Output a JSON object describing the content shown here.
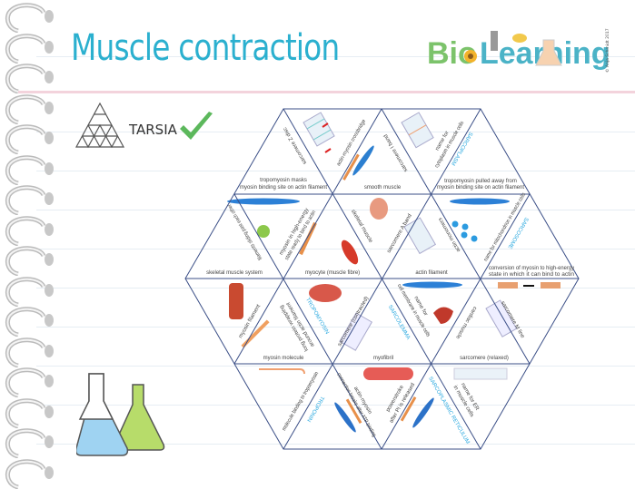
{
  "header": {
    "title": "Muscle contraction",
    "logo_text": "BioLearning",
    "copyright": "© Anja Schmidt 2017"
  },
  "badge": {
    "label": "TARSIA"
  },
  "colors": {
    "title": "#2bb0cf",
    "grid": "#3b4f87",
    "term": "#29a8df",
    "check": "#5cb85c"
  },
  "tarsia": {
    "row1": {
      "z_disc": "sarcomere Z disc",
      "crossbridge": "actin-myosin crossbridge",
      "i_band": "sarcomere I band",
      "sarcoplasm_def": [
        "name for",
        "cytoplasm in muscle cells"
      ],
      "sarcoplasm": "SARCOPLASM",
      "masks": [
        "tropomyosin masks",
        "myosin binding site on actin filament"
      ],
      "smooth": "smooth muscle",
      "pulled": [
        "tropomyosin pulled away from",
        "myosin binding site on actin filament"
      ]
    },
    "row2": {
      "sliding": "filaments sliding past each other",
      "high_energy": [
        "myosin in high-energy",
        "state ready to bind to actin"
      ],
      "skeletal": "skeletal muscle",
      "a_band": "sarcomere A band",
      "monomers": "actin monomers",
      "sarcosome_def": "name for mitochondrion in muscle cells",
      "sarcosome": "SARCOSOME",
      "system": "skeletal muscle system",
      "myocyte": "myocyte (muscle fibre)",
      "actin": "actin filament",
      "conversion": [
        "conversion of myosin to high-energy",
        "state in which it can bind to actin"
      ]
    },
    "row3": {
      "myosin_filament": "myosin filament",
      "tropo_def": [
        "long protein wrapping",
        "around actin filament"
      ],
      "tropomyosin": "TROPOMYOSIN",
      "contracted": "sarcomere (contracted)",
      "sarcolemma": "SARCOLEMMA",
      "sarcolemma_def": [
        "name for",
        "cell membrane in muscle cells"
      ],
      "cardiac": "cardiac muscle",
      "m_line": "sarcomere M line",
      "myosin_molecule": "myosin molecule",
      "myofibril": "myofibril",
      "relaxed": "sarcomere (relaxed)"
    },
    "row4": {
      "troponin_def": "molecule binding to tropomyosin",
      "troponin": "TROPONIN",
      "breaks": [
        "actin-myosin",
        "connection breaks after ATP binding"
      ],
      "powerstroke": [
        "powerstroke",
        "after Pi is released"
      ],
      "sr": "SARCOPLASMIC RETICULUM",
      "sr_def": [
        "name for ER",
        "in muscle cells"
      ]
    }
  }
}
